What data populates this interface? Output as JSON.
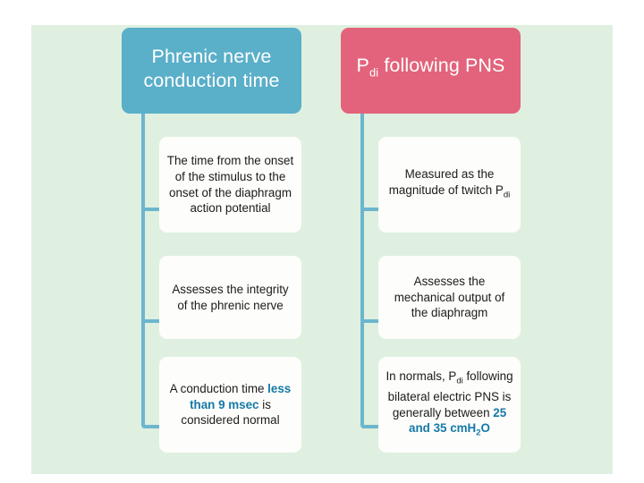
{
  "slide": {
    "background_color": "#dff0e0",
    "page_color": "#ffffff",
    "connector_color": "#6cb6cd",
    "card_color": "#fdfdfb",
    "highlight_color": "#1579a8"
  },
  "columns": [
    {
      "id": "phrenic-nerve-conduction-time",
      "header": {
        "text": "Phrenic nerve conduction time",
        "color": "#5aafc9"
      },
      "cards": [
        {
          "text": "The time from the onset of the stimulus to the onset of the diaphragm action potential"
        },
        {
          "text": "Assesses the integrity of the phrenic nerve"
        },
        {
          "text_before": "A conduction time ",
          "highlight": "less than 9 msec",
          "text_after": " is considered normal"
        }
      ]
    },
    {
      "id": "pdi-following-pns",
      "header": {
        "text_main": "P",
        "text_sub": "di",
        "text_rest": " following PNS",
        "color": "#e2637b"
      },
      "cards": [
        {
          "text_before": "Measured as the magnitude of twitch P",
          "sub": "di",
          "text_after": ""
        },
        {
          "text": "Assesses the mechanical output of the diaphragm"
        },
        {
          "text_before": "In normals, P",
          "sub": "di",
          "text_mid": " following bilateral electric PNS is generally between ",
          "highlight_before": "25 and 35 cmH",
          "highlight_sub": "2",
          "highlight_after": "O"
        }
      ]
    }
  ]
}
